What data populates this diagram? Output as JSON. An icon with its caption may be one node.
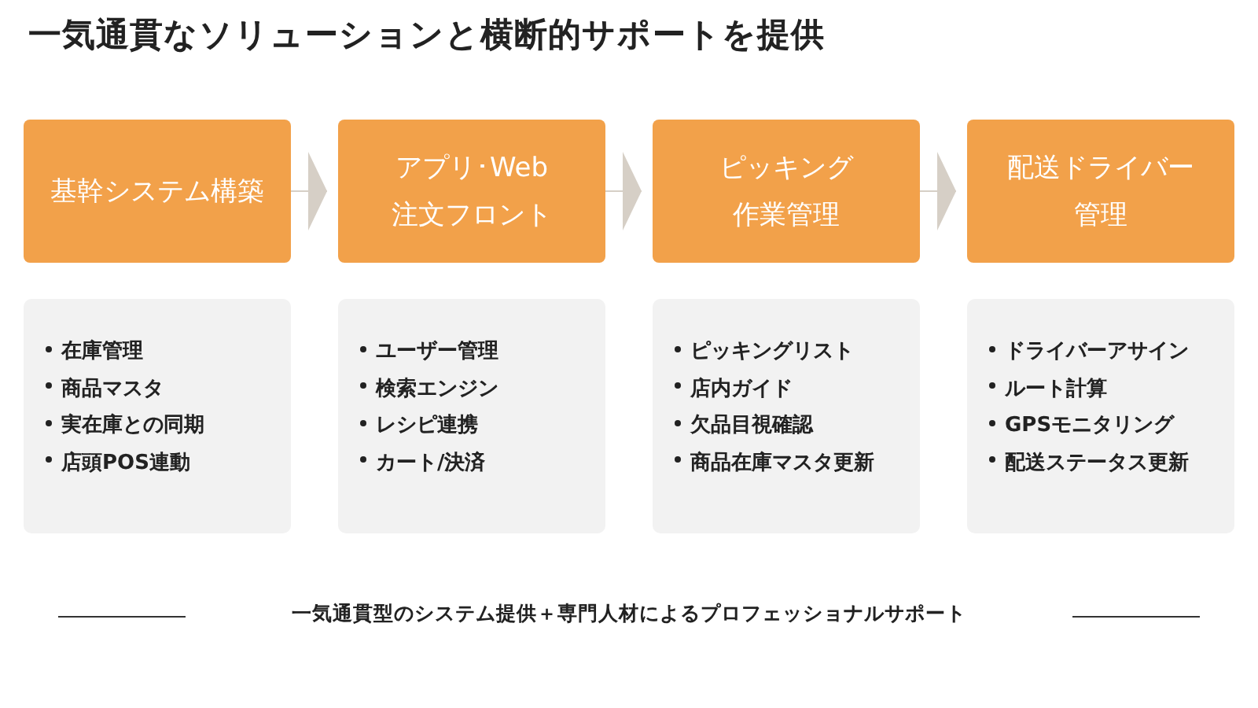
{
  "diagram": {
    "title": "一気通貫なソリューションと横断的サポートを提供",
    "nodes": [
      {
        "text": [
          "基幹システム構築"
        ]
      },
      {
        "text": [
          "アプリ･Web注文フロント"
        ]
      },
      {
        "text": [
          "ピッキング作業管理"
        ]
      },
      {
        "text": [
          "配送ドライバー管理"
        ]
      },
      {
        "text": [
          "在庫管理",
          "商品マスタ",
          "実在庫との同期",
          "店頭POS連動"
        ]
      },
      {
        "text": [
          "ユーザー管理",
          "検索エンジン",
          "レシピ連携",
          "カート/決済"
        ]
      },
      {
        "text": [
          "ピッキングリスト",
          "店内ガイド",
          "欠品目視確認",
          "商品在庫マスタ更新"
        ]
      },
      {
        "text": [
          "ドライバーアサイン",
          "ルート計算",
          "GPSモニタリング",
          "配送ステータス更新"
        ]
      }
    ],
    "edges": [
      {
        "from": 0,
        "to": 1,
        "arrow": "to"
      },
      {
        "from": 1,
        "to": 2,
        "arrow": "to"
      },
      {
        "from": 2,
        "to": 3,
        "arrow": "to"
      }
    ],
    "labels": [
      "一気通貫型のシステム提供＋専門人材によるプロフェッショナルサポート"
    ]
  }
}
